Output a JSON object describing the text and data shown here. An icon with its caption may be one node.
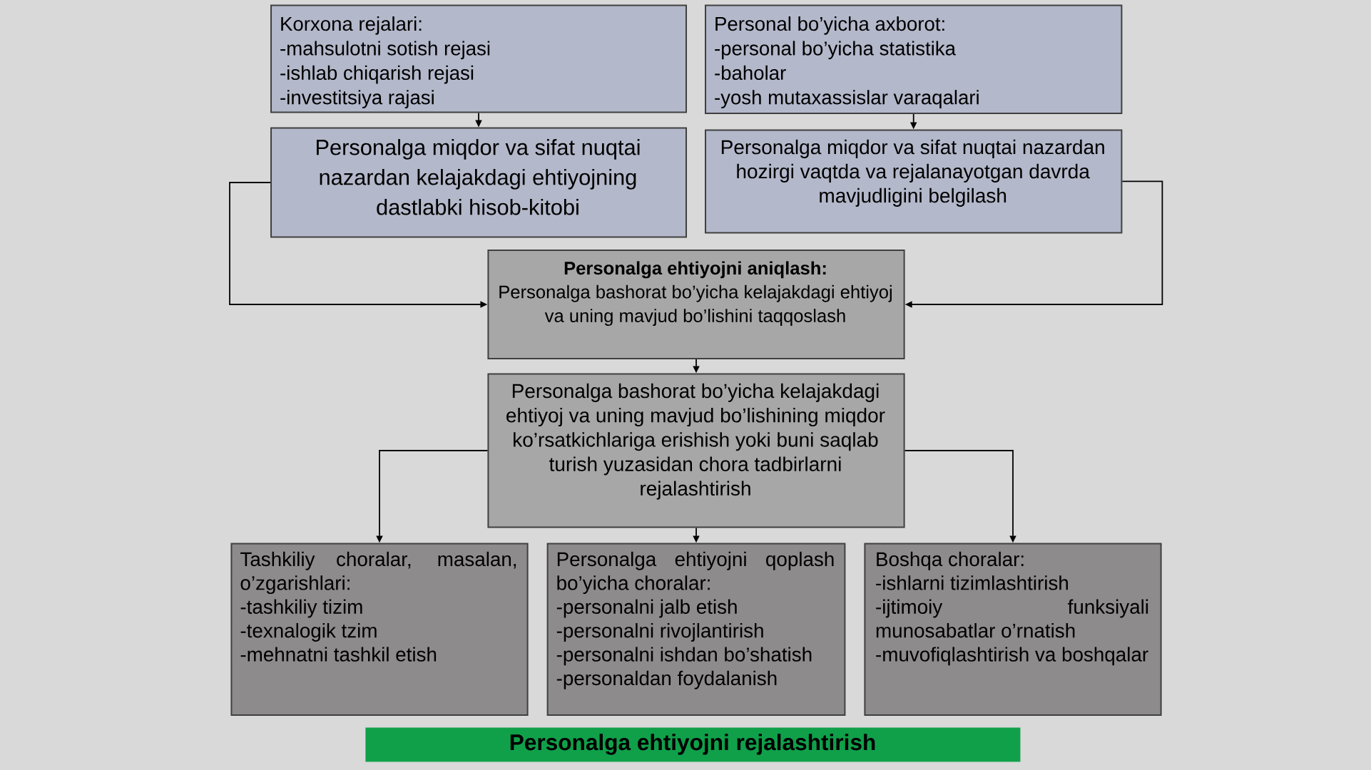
{
  "diagram": {
    "nodes": [
      {
        "text": [
          "Korxona rejalari:",
          "-mahsulotni sotish rejasi",
          "-ishlab chiqarish rejasi",
          "-investitsiya rajasi"
        ]
      },
      {
        "text": [
          "Personal bo’yicha axborot:",
          "-personal bo’yicha statistika",
          "-baholar",
          "-yosh mutaxassislar varaqalari"
        ]
      },
      {
        "text": [
          "Personalga miqdor va sifat nuqtai nazardan kelajakdagi ehtiyojning dastlabki hisob-kitobi"
        ]
      },
      {
        "text": [
          "Personalga miqdor va sifat nuqtai nazardan hozirgi vaqtda va rejalanayotgan davrda mavjudligini belgilash"
        ]
      },
      {
        "text": [
          "Personalga ehtiyojni aniqlash:",
          "Personalga bashorat bo’yicha kelajakdagi ehtiyoj va uning mavjud bo’lishini taqqoslash"
        ]
      },
      {
        "text": [
          "Personalga bashorat bo’yicha kelajakdagi ehtiyoj va uning mavjud bo’lishining miqdor ko’rsatkichlariga erishish yoki buni saqlab turish yuzasidan chora tadbirlarni rejalashtirish"
        ]
      },
      {
        "text": [
          "Tashkiliy choralar, masalan, o’zgarishlari:",
          "-tashkiliy tizim",
          "-texnalogik tzim",
          "-mehnatni tashkil etish"
        ]
      },
      {
        "text": [
          "Personalga ehtiyojni qoplash bo’yicha choralar:",
          "-personalni jalb etish",
          "-personalni rivojlantirish",
          "-personalni ishdan bo’shatish",
          "-personaldan foydalanish"
        ]
      },
      {
        "text": [
          "Boshqa choralar:",
          "-ishlarni tizimlashtirish",
          "-ijtimoiy funksiyali munosabatlar o’rnatish",
          "-muvofiqlashtirish va boshqalar"
        ]
      },
      {
        "text": [
          "Personalga ehtiyojni rejalashtirish"
        ]
      }
    ],
    "edges": [
      {
        "from": 0,
        "to": 2,
        "arrow": "to"
      },
      {
        "from": 1,
        "to": 3,
        "arrow": "to"
      },
      {
        "from": 2,
        "to": 4,
        "arrow": "to"
      },
      {
        "from": 3,
        "to": 4,
        "arrow": "to"
      },
      {
        "from": 4,
        "to": 5,
        "arrow": "to"
      },
      {
        "from": 5,
        "to": 6,
        "arrow": "to"
      },
      {
        "from": 5,
        "to": 7,
        "arrow": "to"
      },
      {
        "from": 5,
        "to": 8,
        "arrow": "to"
      }
    ]
  }
}
